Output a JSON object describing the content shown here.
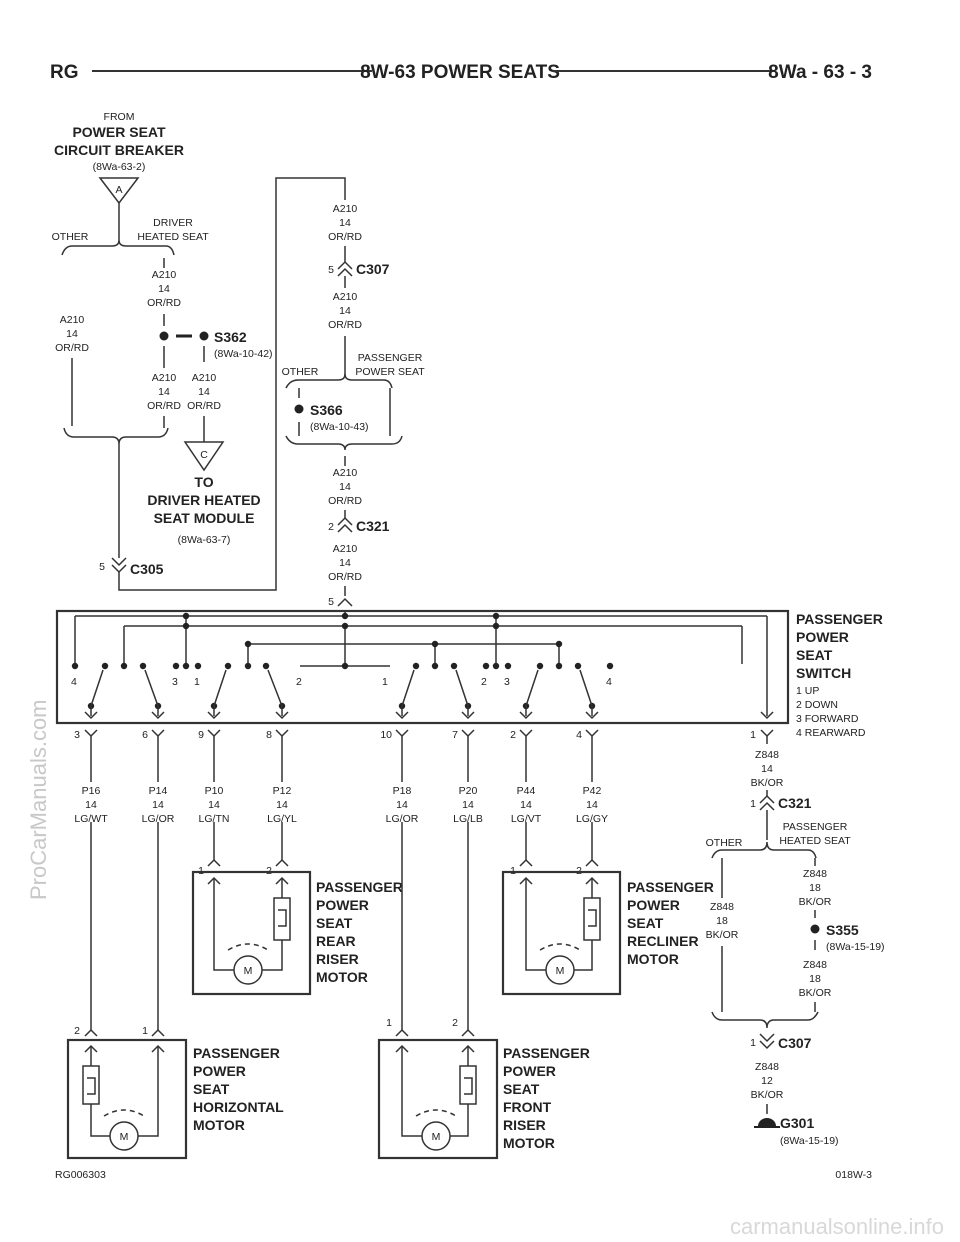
{
  "header": {
    "left": "RG",
    "title": "8W-63 POWER SEATS",
    "right": "8Wa - 63 - 3"
  },
  "source": {
    "from": "FROM",
    "name1": "POWER SEAT",
    "name2": "CIRCUIT BREAKER",
    "ref": "(8Wa-63-2)",
    "letter": "A"
  },
  "branch1": {
    "other": "OTHER",
    "driver1": "DRIVER",
    "driver2": "HEATED SEAT"
  },
  "wire": {
    "a210": "A210",
    "g14": "14",
    "ordr": "OR/RD"
  },
  "s362": {
    "id": "S362",
    "ref": "(8Wa-10-42)"
  },
  "driver_module": {
    "letter": "C",
    "l1": "TO",
    "l2": "DRIVER HEATED",
    "l3": "SEAT MODULE",
    "ref": "(8Wa-63-7)"
  },
  "c305": {
    "pin": "5",
    "id": "C305"
  },
  "c307a": {
    "pin": "5",
    "id": "C307"
  },
  "branch2": {
    "other": "OTHER",
    "p1": "PASSENGER",
    "p2": "POWER SEAT"
  },
  "s366": {
    "id": "S366",
    "ref": "(8Wa-10-43)"
  },
  "c321a": {
    "pin": "2",
    "id": "C321"
  },
  "switch": {
    "pin_in": "5",
    "t1": "PASSENGER",
    "t2": "POWER",
    "t3": "SEAT",
    "t4": "SWITCH",
    "legend": [
      "1 UP",
      "2 DOWN",
      "3 FORWARD",
      "4 REARWARD"
    ],
    "contacts": [
      "4",
      "3",
      "1",
      "2",
      "1",
      "2",
      "3",
      "4"
    ]
  },
  "outputs": [
    {
      "pin": "3",
      "circuit": "P16",
      "gauge": "14",
      "color": "LG/WT"
    },
    {
      "pin": "6",
      "circuit": "P14",
      "gauge": "14",
      "color": "LG/OR"
    },
    {
      "pin": "9",
      "circuit": "P10",
      "gauge": "14",
      "color": "LG/TN"
    },
    {
      "pin": "8",
      "circuit": "P12",
      "gauge": "14",
      "color": "LG/YL"
    },
    {
      "pin": "10",
      "circuit": "P18",
      "gauge": "14",
      "color": "LG/OR"
    },
    {
      "pin": "7",
      "circuit": "P20",
      "gauge": "14",
      "color": "LG/LB"
    },
    {
      "pin": "2",
      "circuit": "P44",
      "gauge": "14",
      "color": "LG/VT"
    },
    {
      "pin": "4",
      "circuit": "P42",
      "gauge": "14",
      "color": "LG/GY"
    }
  ],
  "ground_wire": {
    "pin": "1",
    "circuit": "Z848",
    "gauge": "14",
    "color": "BK/OR"
  },
  "c321b": {
    "pin": "1",
    "id": "C321"
  },
  "branch3": {
    "other": "OTHER",
    "p1": "PASSENGER",
    "p2": "HEATED SEAT"
  },
  "z848_18": {
    "circuit": "Z848",
    "gauge": "18",
    "color": "BK/OR"
  },
  "s355": {
    "id": "S355",
    "ref": "(8Wa-15-19)"
  },
  "c307b": {
    "pin": "1",
    "id": "C307"
  },
  "z848_12": {
    "circuit": "Z848",
    "gauge": "12",
    "color": "BK/OR"
  },
  "g301": {
    "id": "G301",
    "ref": "(8Wa-15-19)"
  },
  "motors": {
    "rear_riser": {
      "l": [
        "PASSENGER",
        "POWER",
        "SEAT",
        "REAR",
        "RISER",
        "MOTOR"
      ],
      "pin_a": "1",
      "pin_b": "2",
      "m": "M"
    },
    "recliner": {
      "l": [
        "PASSENGER",
        "POWER",
        "SEAT",
        "RECLINER",
        "MOTOR"
      ],
      "pin_a": "1",
      "pin_b": "2",
      "m": "M"
    },
    "horizontal": {
      "l": [
        "PASSENGER",
        "POWER",
        "SEAT",
        "HORIZONTAL",
        "MOTOR"
      ],
      "pin_a": "2",
      "pin_b": "1",
      "m": "M"
    },
    "front_riser": {
      "l": [
        "PASSENGER",
        "POWER",
        "SEAT",
        "FRONT",
        "RISER",
        "MOTOR"
      ],
      "pin_a": "1",
      "pin_b": "2",
      "m": "M"
    }
  },
  "footer": {
    "left": "RG006303",
    "right": "018W-3"
  },
  "watermarks": {
    "side": "ProCarManuals.com",
    "bottom": "carmanualsonline.info"
  }
}
